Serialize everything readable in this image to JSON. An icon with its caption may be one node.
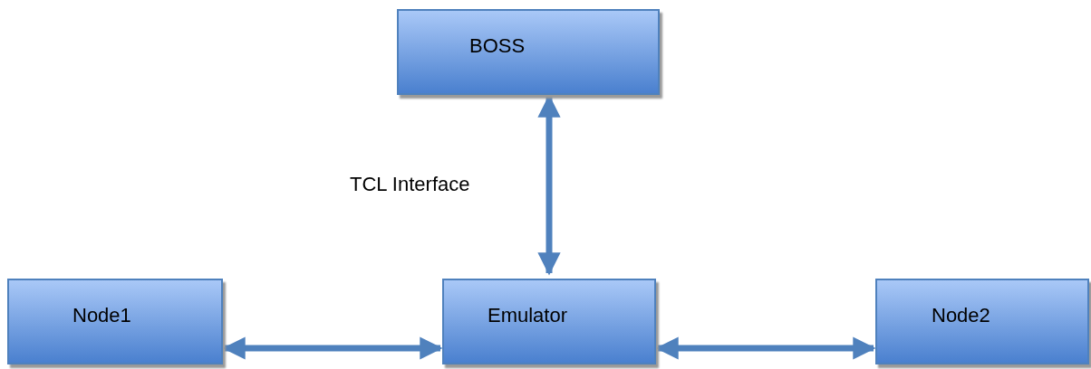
{
  "diagram": {
    "nodes": [
      {
        "text": [
          "BOSS"
        ]
      },
      {
        "text": [
          "Node1"
        ]
      },
      {
        "text": [
          "Emulator"
        ]
      },
      {
        "text": [
          "Node2"
        ]
      }
    ],
    "edges": [
      {
        "from": 0,
        "to": 2,
        "arrow": "both",
        "label": "TCL Interface"
      },
      {
        "from": 1,
        "to": 2,
        "arrow": "both"
      },
      {
        "from": 2,
        "to": 3,
        "arrow": "both"
      }
    ]
  }
}
